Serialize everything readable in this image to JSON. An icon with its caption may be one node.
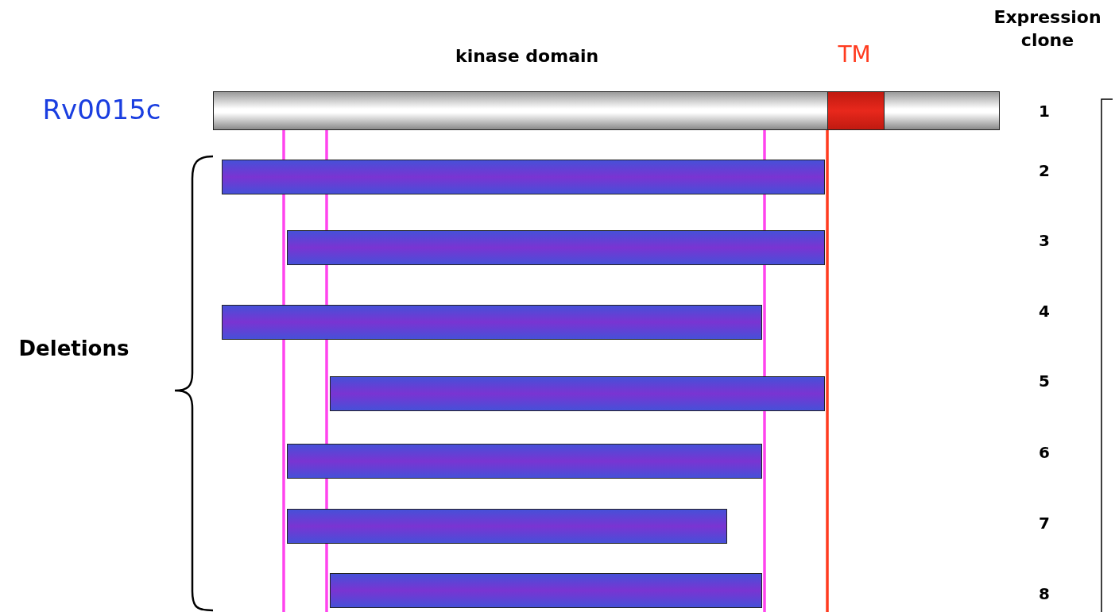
{
  "diagram": {
    "nodes": [
      {
        "text": [],
        "shape": "cylinder"
      },
      {
        "text": [],
        "shape": "box",
        "in": 0
      },
      {
        "text": [],
        "shape": "bar"
      },
      {
        "text": [],
        "shape": "bar"
      },
      {
        "text": [],
        "shape": "bar"
      },
      {
        "text": [],
        "shape": "bar"
      },
      {
        "text": [],
        "shape": "bar"
      },
      {
        "text": [],
        "shape": "bar"
      },
      {
        "text": [],
        "shape": "bar"
      }
    ],
    "edges": [],
    "labels": [
      "Expression clone",
      "kinase domain",
      "TM",
      "Rv0015c",
      "1",
      "2",
      "3",
      "4",
      "Deletions",
      "5",
      "6",
      "7",
      "8"
    ]
  }
}
